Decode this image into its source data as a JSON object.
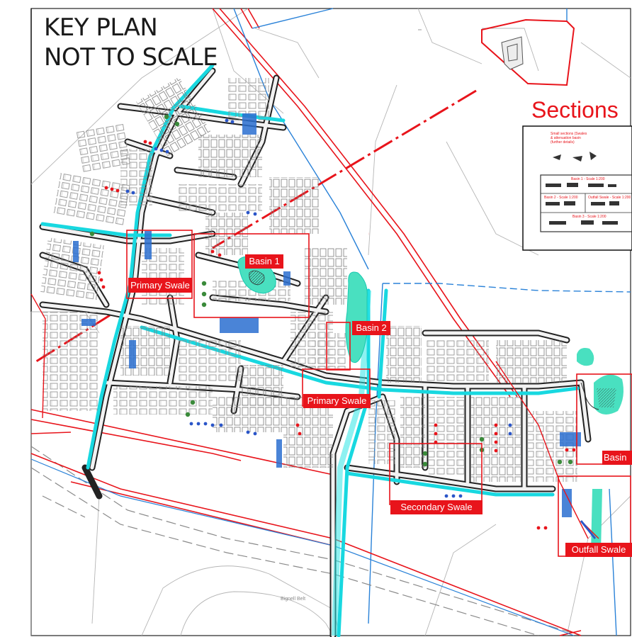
{
  "key_plan": {
    "title_line1": "KEY PLAN",
    "title_line2": "NOT TO SCALE"
  },
  "sections_panel": {
    "heading": "Sections",
    "small_sections_note": "Small sections (Swales & attenuation basin (further details)",
    "basin1_section": "Basin 1 - Scale 1:200",
    "basin2_section": "Basin 2 - Scale 1:200",
    "outfall_section": "Outfall Swale - Scale 1:200",
    "basin3_section": "Basin 3 - Scale 1:200"
  },
  "callouts": {
    "basin_1": "Basin 1",
    "basin_2": "Basin 2",
    "basin_3": "Basin",
    "primary_swale_west": "Primary Swale",
    "primary_swale_central": "Primary Swale",
    "secondary_swale": "Secondary Swale",
    "outfall_swale": "Outfall Swale"
  },
  "site_labels": {
    "bignell_belt": "Bignell Belt"
  },
  "colors": {
    "boundary_red": "#e8141b",
    "swale_cyan": "#18d8e0",
    "drain_blue": "#2a82d8",
    "road_black": "#222222",
    "plot_grey": "#7c7c7c",
    "basin_fill": "#49e0c0"
  }
}
